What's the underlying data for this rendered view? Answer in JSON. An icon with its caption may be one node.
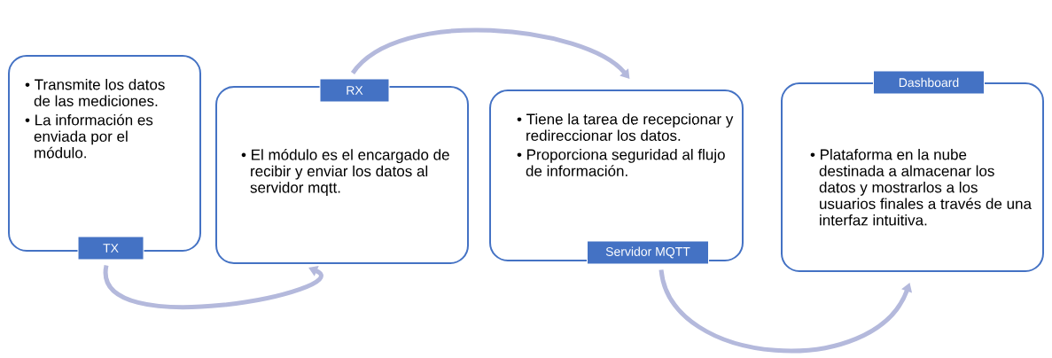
{
  "diagram": {
    "nodes": [
      {
        "text": [
          "• Transmite los datos de las mediciones.",
          "• La información es enviada por el módulo."
        ]
      },
      {
        "text": [
          "TX"
        ]
      },
      {
        "text": [
          "• El módulo es el encargado de recibir y enviar los datos al servidor mqtt."
        ]
      },
      {
        "text": [
          "RX"
        ]
      },
      {
        "text": [
          "• Tiene la tarea de recepcionar y redireccionar los datos.",
          "• Proporciona seguridad al flujo de información."
        ]
      },
      {
        "text": [
          "Servidor MQTT"
        ]
      },
      {
        "text": [
          "• Plataforma en la nube destinada a almacenar los datos y mostrarlos a los usuarios finales a través de una interfaz intuitiva."
        ]
      },
      {
        "text": [
          "Dashboard"
        ]
      }
    ],
    "edges": [
      {
        "from": 1,
        "to": 2,
        "arrow": "to"
      },
      {
        "from": 3,
        "to": 4,
        "arrow": "to"
      },
      {
        "from": 5,
        "to": 6,
        "arrow": "to"
      }
    ]
  }
}
